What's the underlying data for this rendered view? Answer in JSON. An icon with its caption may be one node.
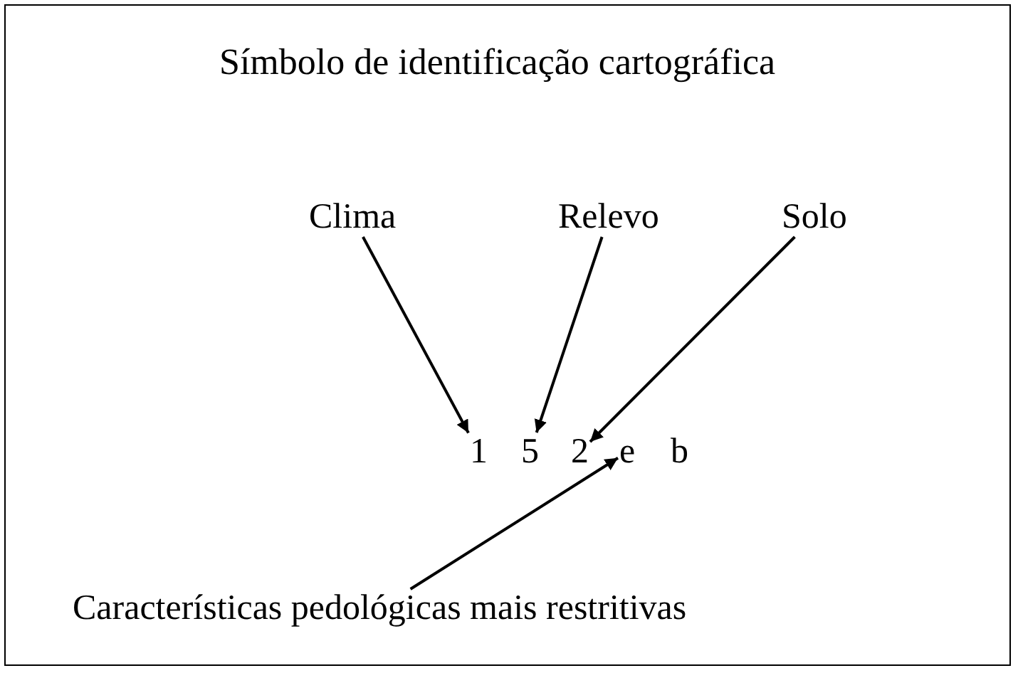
{
  "diagram": {
    "title": "Símbolo de identificação cartográfica",
    "nodes": [
      {
        "text": [
          "Clima"
        ]
      },
      {
        "text": [
          "Relevo"
        ]
      },
      {
        "text": [
          "Solo"
        ]
      },
      {
        "text": [
          "1"
        ]
      },
      {
        "text": [
          "5"
        ]
      },
      {
        "text": [
          "2"
        ]
      },
      {
        "text": [
          "e"
        ]
      },
      {
        "text": [
          "b"
        ]
      },
      {
        "text": [
          "Características pedológicas mais restritivas"
        ]
      }
    ],
    "edges": [
      {
        "from": 0,
        "to": 3,
        "arrow": "to"
      },
      {
        "from": 1,
        "to": 4,
        "arrow": "to"
      },
      {
        "from": 2,
        "to": 5,
        "arrow": "to"
      },
      {
        "from": 8,
        "to": 6,
        "arrow": "to"
      }
    ]
  }
}
